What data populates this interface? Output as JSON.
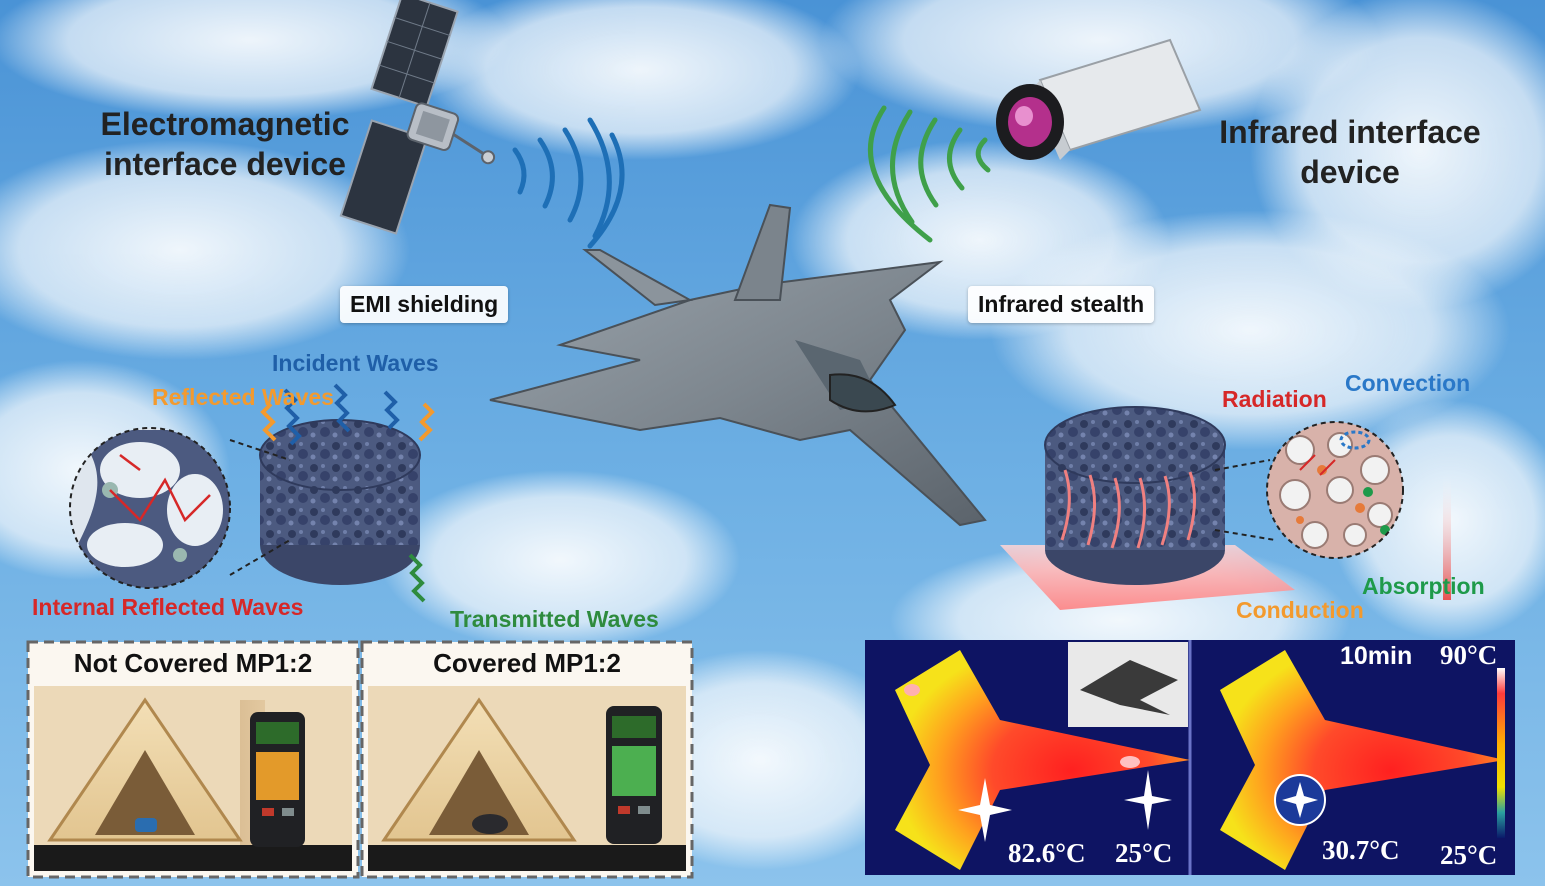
{
  "titles": {
    "em_device": [
      "Electromagnetic",
      "interface device"
    ],
    "ir_device": [
      "Infrared interface",
      "device"
    ]
  },
  "pills": {
    "emi": "EMI shielding",
    "ir": "Infrared stealth"
  },
  "emi_labels": {
    "incident": "Incident Waves",
    "reflected": "Reflected Waves",
    "internal": "Internal Reflected Waves",
    "transmitted": "Transmitted Waves"
  },
  "ir_labels": {
    "radiation": "Radiation",
    "convection": "Convection",
    "absorption": "Absorption",
    "conduction": "Conduction"
  },
  "photo_panels": {
    "left": "Not Covered MP1:2",
    "right": "Covered MP1:2"
  },
  "thermal": {
    "temp_left_hot": "82.6°C",
    "temp_left_ambient": "25°C",
    "time": "10min",
    "scale_max": "90°C",
    "temp_right": "30.7°C",
    "scale_min": "25°C"
  },
  "colors": {
    "incident": "#1f5fa8",
    "reflected": "#f39a2e",
    "internal": "#d62828",
    "transmitted": "#2e8b3e",
    "radiation": "#d62828",
    "convection": "#2a78c8",
    "absorption": "#1e9a4a",
    "conduction": "#f39a2e",
    "sky": "#5fa3dc"
  },
  "icons": [
    "satellite-icon",
    "infrared-camera-icon",
    "fighter-jet-icon",
    "gas-detector-icon",
    "sparkle-icon"
  ]
}
